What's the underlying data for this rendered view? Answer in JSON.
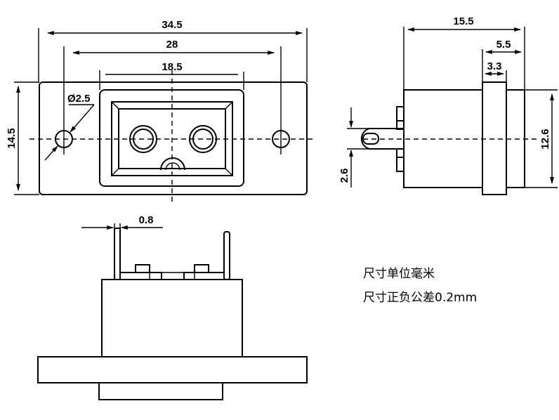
{
  "drawing": {
    "front_view": {
      "dimensions": {
        "overall_width": "34.5",
        "mount_hole_spacing": "28",
        "socket_width": "18.5",
        "mount_hole_diameter": "Ø2.5",
        "overall_height": "14.5"
      }
    },
    "side_view": {
      "dimensions": {
        "overall_depth": "15.5",
        "front_depth": "5.5",
        "flange_thickness": "3.3",
        "body_height": "12.6",
        "terminal_width": "2.6"
      }
    },
    "bottom_view": {
      "dimensions": {
        "terminal_thickness": "0.8"
      }
    },
    "notes": [
      "尺寸单位毫米",
      "尺寸正负公差0.2mm"
    ]
  }
}
